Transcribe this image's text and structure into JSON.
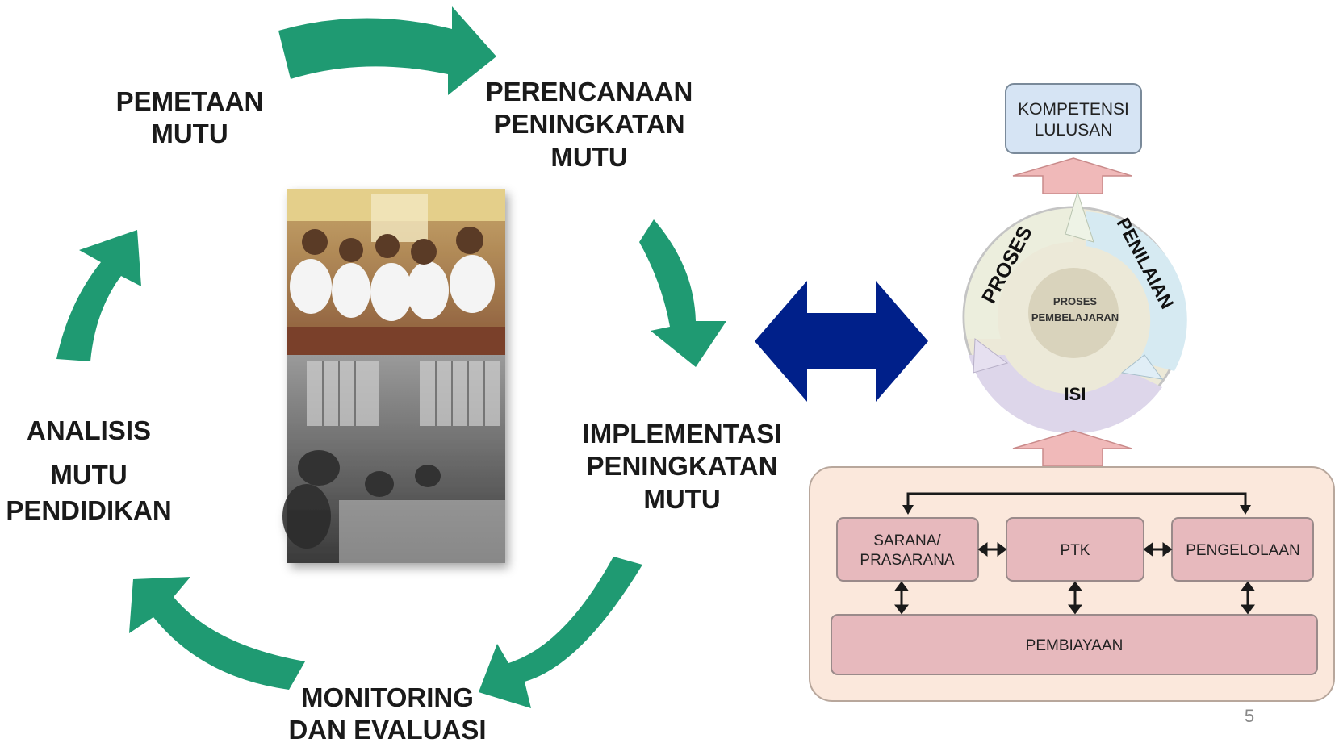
{
  "cycle": {
    "pemetaan": [
      "PEMETAAN",
      "MUTU"
    ],
    "perencanaan": [
      "PERENCANAAN",
      "PENINGKATAN",
      "MUTU"
    ],
    "implementasi": [
      "IMPLEMENTASI",
      "PENINGKATAN",
      "MUTU"
    ],
    "monitoring": [
      "MONITORING",
      "DAN EVALUASI"
    ],
    "analisis": [
      "ANALISIS",
      "MUTU",
      "PENDIDIKAN"
    ]
  },
  "standards": {
    "kompetensi": [
      "KOMPETENSI",
      "LULUSAN"
    ],
    "proses": "PROSES",
    "penilaian": "PENILAIAN",
    "isi": "ISI",
    "center": [
      "PROSES",
      "PEMBELAJARAN"
    ],
    "sarana": [
      "SARANA/",
      "PRASARANA"
    ],
    "ptk": "PTK",
    "pengelolaan": "PENGELOLAAN",
    "pembiayaan": "PEMBIAYAAN"
  },
  "page_number": "5",
  "colors": {
    "cycle_arrow": "#1f9a72",
    "double_arrow": "#00208a",
    "kompetensi_box": "#d6e4f4",
    "foundation_panel": "#fbe8dc",
    "foundation_box": "#e7b9bd",
    "up_arrow": "#f0b9b9"
  },
  "photo_icon": "classroom-photo"
}
